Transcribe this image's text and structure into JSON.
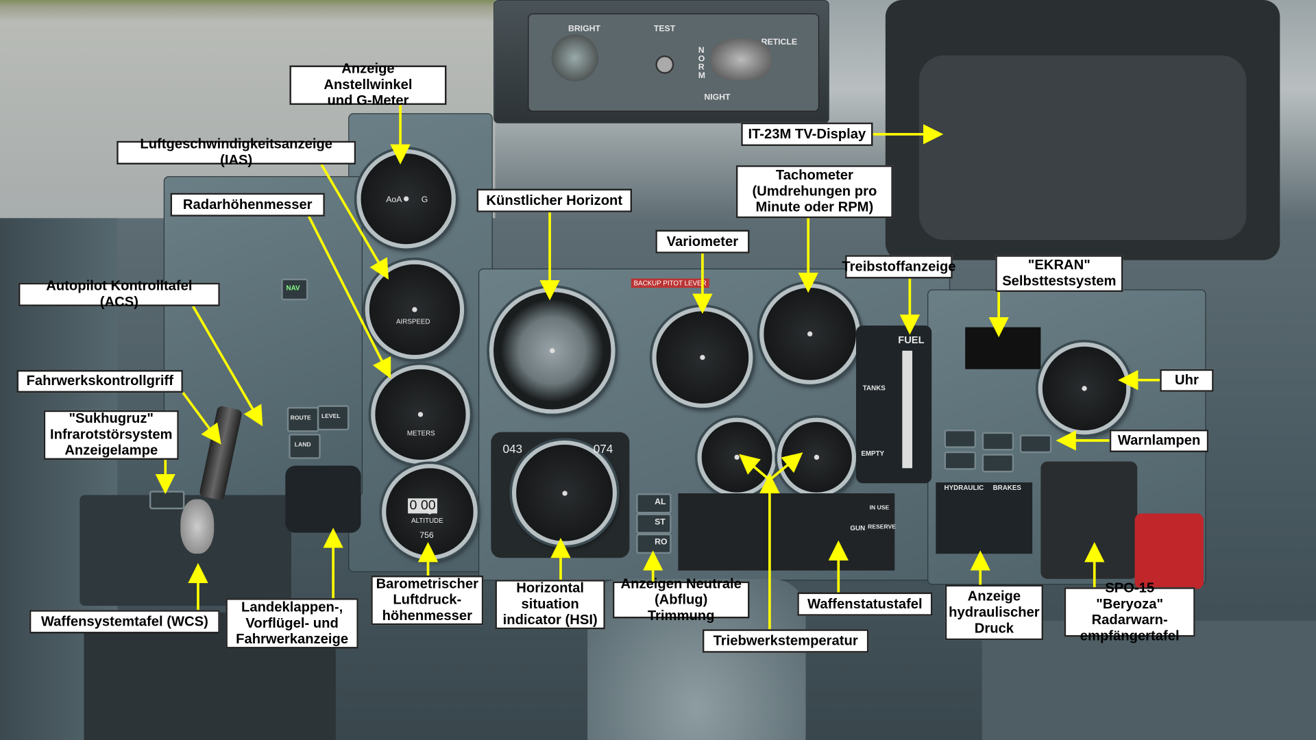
{
  "labels": {
    "aoa_g": "Anzeige Anstellwinkel\nund G-Meter",
    "ias": "Luftgeschwindigkeitsanzeige (IAS)",
    "radar_alt": "Radarhöhenmesser",
    "horizon": "Künstlicher Horizont",
    "tv": "IT-23M TV-Display",
    "tacho": "Tachometer\n(Umdrehungen pro\nMinute oder RPM)",
    "vario": "Variometer",
    "fuel": "Treibstoffanzeige",
    "ekran": "\"EKRAN\"\nSelbsttestsystem",
    "acs": "Autopilot Kontrolltafel (ACS)",
    "clock": "Uhr",
    "gear": "Fahrwerkskontrollgriff",
    "sukhugruz": "\"Sukhugruz\"\nInfrarotstörsystem\nAnzeigelampe",
    "warn": "Warnlampen",
    "wcs": "Waffensystemtafel (WCS)",
    "flaps": "Landeklappen-,\nVorflügel- und\nFahrwerkanzeige",
    "baro": "Barometrischer\nLuftdruck-\nhöhenmesser",
    "hsi": "Horizontal\nsituation\nindicator (HSI)",
    "trim": "Anzeigen Neutrale\n(Abflug) Trimmung",
    "weapons": "Waffenstatustafel",
    "egt": "Triebwerkstemperatur",
    "hydraulic": "Anzeige\nhydraulischer\nDruck",
    "spo15": "SPO-15 \"Beryoza\"\nRadarwarn-\nempfängertafel"
  },
  "panel_text": {
    "bright": "BRIGHT",
    "test": "TEST",
    "reticle": "RETICLE",
    "norm": "NORM",
    "night": "NIGHT",
    "backup_pitot": "BACKUP PITOT LEVER",
    "fuel": "FUEL",
    "airspeed": "AIRSPEED",
    "meters": "METERS",
    "altitude": "ALTITUDE",
    "aoa": "AoA",
    "g": "G",
    "hsi_left": "043",
    "hsi_right": "074",
    "baro_value": "0 00",
    "baro_small": "756",
    "nav": "NAV",
    "route": "ROUTE",
    "level": "LEVEL",
    "land": "LAND",
    "hydraulic": "HYDRAULIC",
    "brakes": "BRAKES",
    "trim_al": "AL",
    "trim_st": "ST",
    "trim_ro": "RO",
    "gun": "GUN",
    "in_use": "IN USE",
    "reserve": "RESERVE",
    "tanks": "TANKS",
    "empty": "EMPTY"
  },
  "colors": {
    "arrow": "#ffff00",
    "label_bg": "#ffffff"
  }
}
